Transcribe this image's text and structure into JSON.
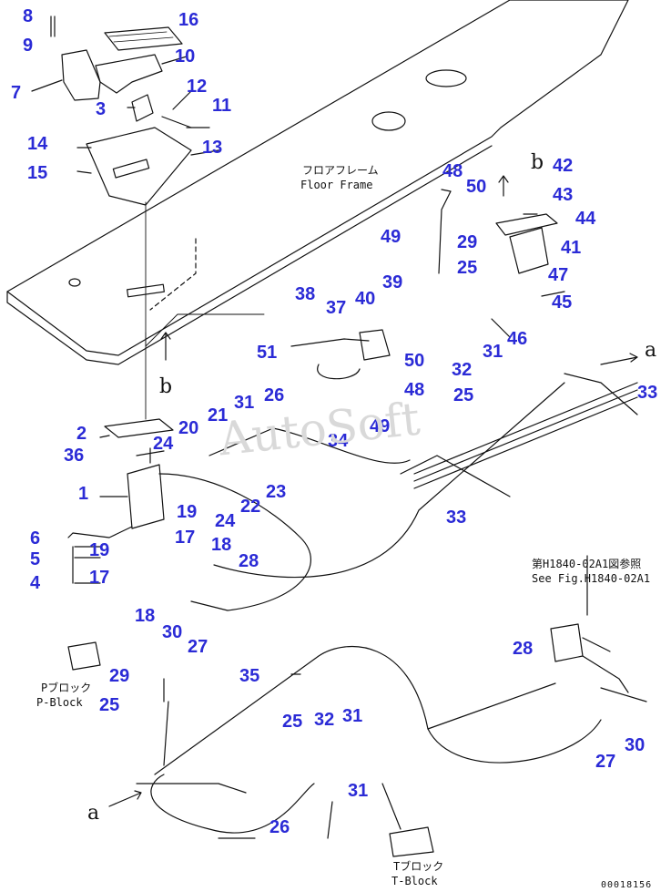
{
  "callouts": [
    {
      "id": "c8",
      "text": "8"
    },
    {
      "id": "c9",
      "text": "9"
    },
    {
      "id": "c7",
      "text": "7"
    },
    {
      "id": "c16",
      "text": "16"
    },
    {
      "id": "c10",
      "text": "10"
    },
    {
      "id": "c12",
      "text": "12"
    },
    {
      "id": "c3",
      "text": "3"
    },
    {
      "id": "c11",
      "text": "11"
    },
    {
      "id": "c14",
      "text": "14"
    },
    {
      "id": "c13",
      "text": "13"
    },
    {
      "id": "c15",
      "text": "15"
    },
    {
      "id": "c48a",
      "text": "48"
    },
    {
      "id": "c50a",
      "text": "50"
    },
    {
      "id": "c42",
      "text": "42"
    },
    {
      "id": "c43",
      "text": "43"
    },
    {
      "id": "c44",
      "text": "44"
    },
    {
      "id": "c49a",
      "text": "49"
    },
    {
      "id": "c29a",
      "text": "29"
    },
    {
      "id": "c41",
      "text": "41"
    },
    {
      "id": "c25a",
      "text": "25"
    },
    {
      "id": "c47",
      "text": "47"
    },
    {
      "id": "c39",
      "text": "39"
    },
    {
      "id": "c38",
      "text": "38"
    },
    {
      "id": "c40",
      "text": "40"
    },
    {
      "id": "c45",
      "text": "45"
    },
    {
      "id": "c37",
      "text": "37"
    },
    {
      "id": "c46",
      "text": "46"
    },
    {
      "id": "c51",
      "text": "51"
    },
    {
      "id": "c31a",
      "text": "31"
    },
    {
      "id": "c50b",
      "text": "50"
    },
    {
      "id": "c32a",
      "text": "32"
    },
    {
      "id": "c48b",
      "text": "48"
    },
    {
      "id": "c25b",
      "text": "25"
    },
    {
      "id": "c33a",
      "text": "33"
    },
    {
      "id": "c31b",
      "text": "31"
    },
    {
      "id": "c26a",
      "text": "26"
    },
    {
      "id": "c21",
      "text": "21"
    },
    {
      "id": "c20",
      "text": "20"
    },
    {
      "id": "c2",
      "text": "2"
    },
    {
      "id": "c24a",
      "text": "24"
    },
    {
      "id": "c36",
      "text": "36"
    },
    {
      "id": "c49b",
      "text": "49"
    },
    {
      "id": "c34",
      "text": "34"
    },
    {
      "id": "c1",
      "text": "1"
    },
    {
      "id": "c23",
      "text": "23"
    },
    {
      "id": "c22",
      "text": "22"
    },
    {
      "id": "c19a",
      "text": "19"
    },
    {
      "id": "c24b",
      "text": "24"
    },
    {
      "id": "c33b",
      "text": "33"
    },
    {
      "id": "c17a",
      "text": "17"
    },
    {
      "id": "c6",
      "text": "6"
    },
    {
      "id": "c19b",
      "text": "19"
    },
    {
      "id": "c18a",
      "text": "18"
    },
    {
      "id": "c5",
      "text": "5"
    },
    {
      "id": "c28a",
      "text": "28"
    },
    {
      "id": "c17b",
      "text": "17"
    },
    {
      "id": "c4",
      "text": "4"
    },
    {
      "id": "c18b",
      "text": "18"
    },
    {
      "id": "c30a",
      "text": "30"
    },
    {
      "id": "c27a",
      "text": "27"
    },
    {
      "id": "c29b",
      "text": "29"
    },
    {
      "id": "c35",
      "text": "35"
    },
    {
      "id": "c28b",
      "text": "28"
    },
    {
      "id": "c25c",
      "text": "25"
    },
    {
      "id": "c25d",
      "text": "25"
    },
    {
      "id": "c32b",
      "text": "32"
    },
    {
      "id": "c31c",
      "text": "31"
    },
    {
      "id": "c30b",
      "text": "30"
    },
    {
      "id": "c27b",
      "text": "27"
    },
    {
      "id": "c31d",
      "text": "31"
    },
    {
      "id": "c26b",
      "text": "26"
    }
  ],
  "letters": {
    "b_top": "b",
    "b_mid": "b",
    "a_right": "a",
    "a_bottom": "a"
  },
  "labels": {
    "floor_jp": "フロアフレーム",
    "floor_en": "Floor Frame",
    "pblock_jp": "Pブロック",
    "pblock_en": "P-Block",
    "tblock_jp": "Tブロック",
    "tblock_en": "T-Block",
    "see_fig_jp": "第H1840-02A1図参照",
    "see_fig_en": "See Fig.H1840-02A1"
  },
  "watermark": "AutoSoft",
  "drawing_number": "00018156",
  "colors": {
    "callout": "#2b2bd6",
    "line": "#111111"
  }
}
